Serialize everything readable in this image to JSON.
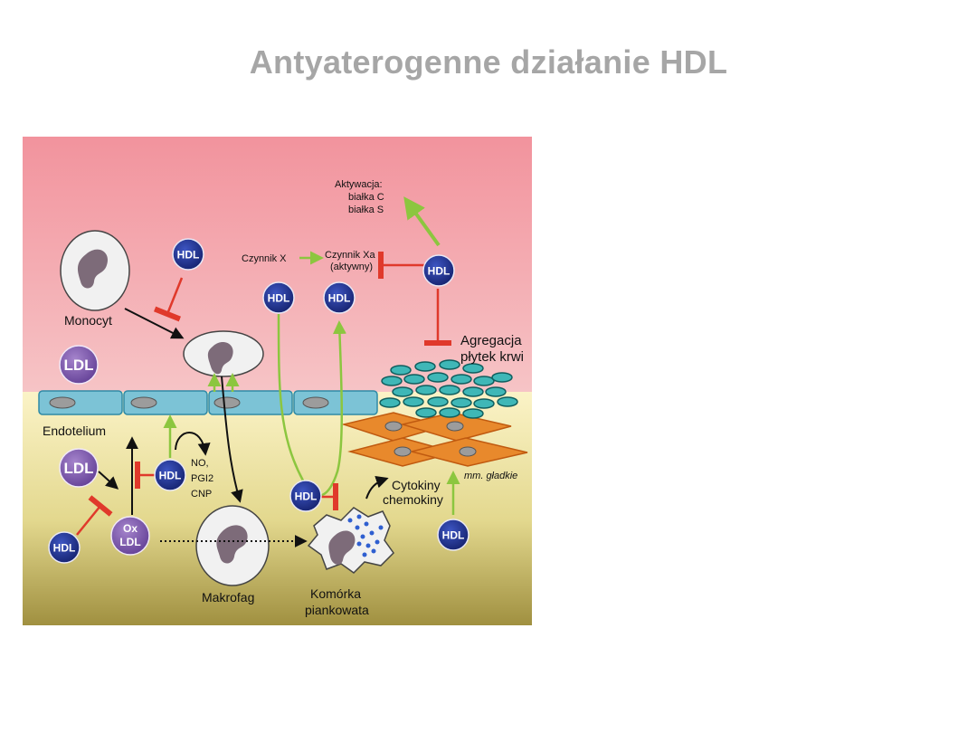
{
  "title": "Antyaterogenne działanie HDL",
  "diagram": {
    "labels": {
      "monocyt": "Monocyt",
      "endotelium": "Endotelium",
      "makrofag": "Makrofag",
      "komorka_line1": "Komórka",
      "komorka_line2": "piankowata",
      "agregacja_line1": "Agregacja",
      "agregacja_line2": "płytek krwi",
      "mm_gladkie": "mm. gładkie",
      "cytokiny_line1": "Cytokiny",
      "cytokiny_line2": "chemokiny",
      "aktywacja_line1": "Aktywacja:",
      "aktywacja_line2": "białka C",
      "aktywacja_line3": "białka S",
      "czynnik_x": "Czynnik X",
      "czynnik_xa_line1": "Czynnik Xa",
      "czynnik_xa_line2": "(aktywny)",
      "no_line1": "NO,",
      "no_line2": "PGI2",
      "no_line3": "CNP"
    },
    "badges": {
      "hdl": "HDL",
      "ldl": "LDL",
      "ox_line1": "Ox",
      "ox_line2": "LDL"
    },
    "colors": {
      "hdl_badge": "#22348f",
      "ldl_badge": "#7e5aa6",
      "activation_arrow": "#8cc63f",
      "inhibition": "#e0392b",
      "platelet": "#3fb7b7",
      "smooth_muscle": "#e8892c"
    }
  }
}
